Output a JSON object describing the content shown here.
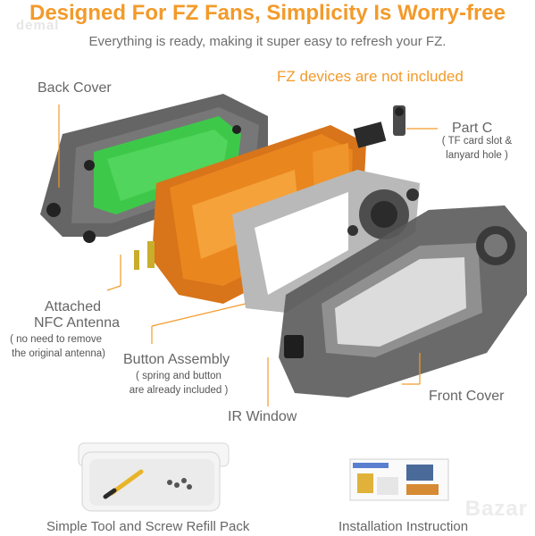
{
  "header": {
    "title": "Designed For FZ Fans, Simplicity Is Worry-free",
    "subtitle": "Everything is ready, making it super easy to refresh your FZ."
  },
  "callouts": {
    "back_cover": "Back Cover",
    "fz_not_included": "FZ devices are not included",
    "part_c": "Part C",
    "part_c_note_1": "( TF card slot &",
    "part_c_note_2": "lanyard hole )",
    "nfc_1": "Attached",
    "nfc_2": "NFC Antenna",
    "nfc_note_1": "( no need to remove",
    "nfc_note_2": "the original antenna)",
    "button_assembly": "Button Assembly",
    "button_note_1": "( spring and button",
    "button_note_2": "are already included )",
    "front_cover": "Front Cover",
    "ir_window": "IR Window"
  },
  "bottom": {
    "tool_pack": "Simple Tool and Screw Refill Pack",
    "installation": "Installation Instruction"
  },
  "watermarks": {
    "demal": "demal",
    "bazar": "Bazar"
  },
  "colors": {
    "accent": "#f39a2a",
    "pcb_green": "#3ec84a",
    "pcb_orange": "#e9861e",
    "smoke_gray": "#5a5a5a"
  }
}
